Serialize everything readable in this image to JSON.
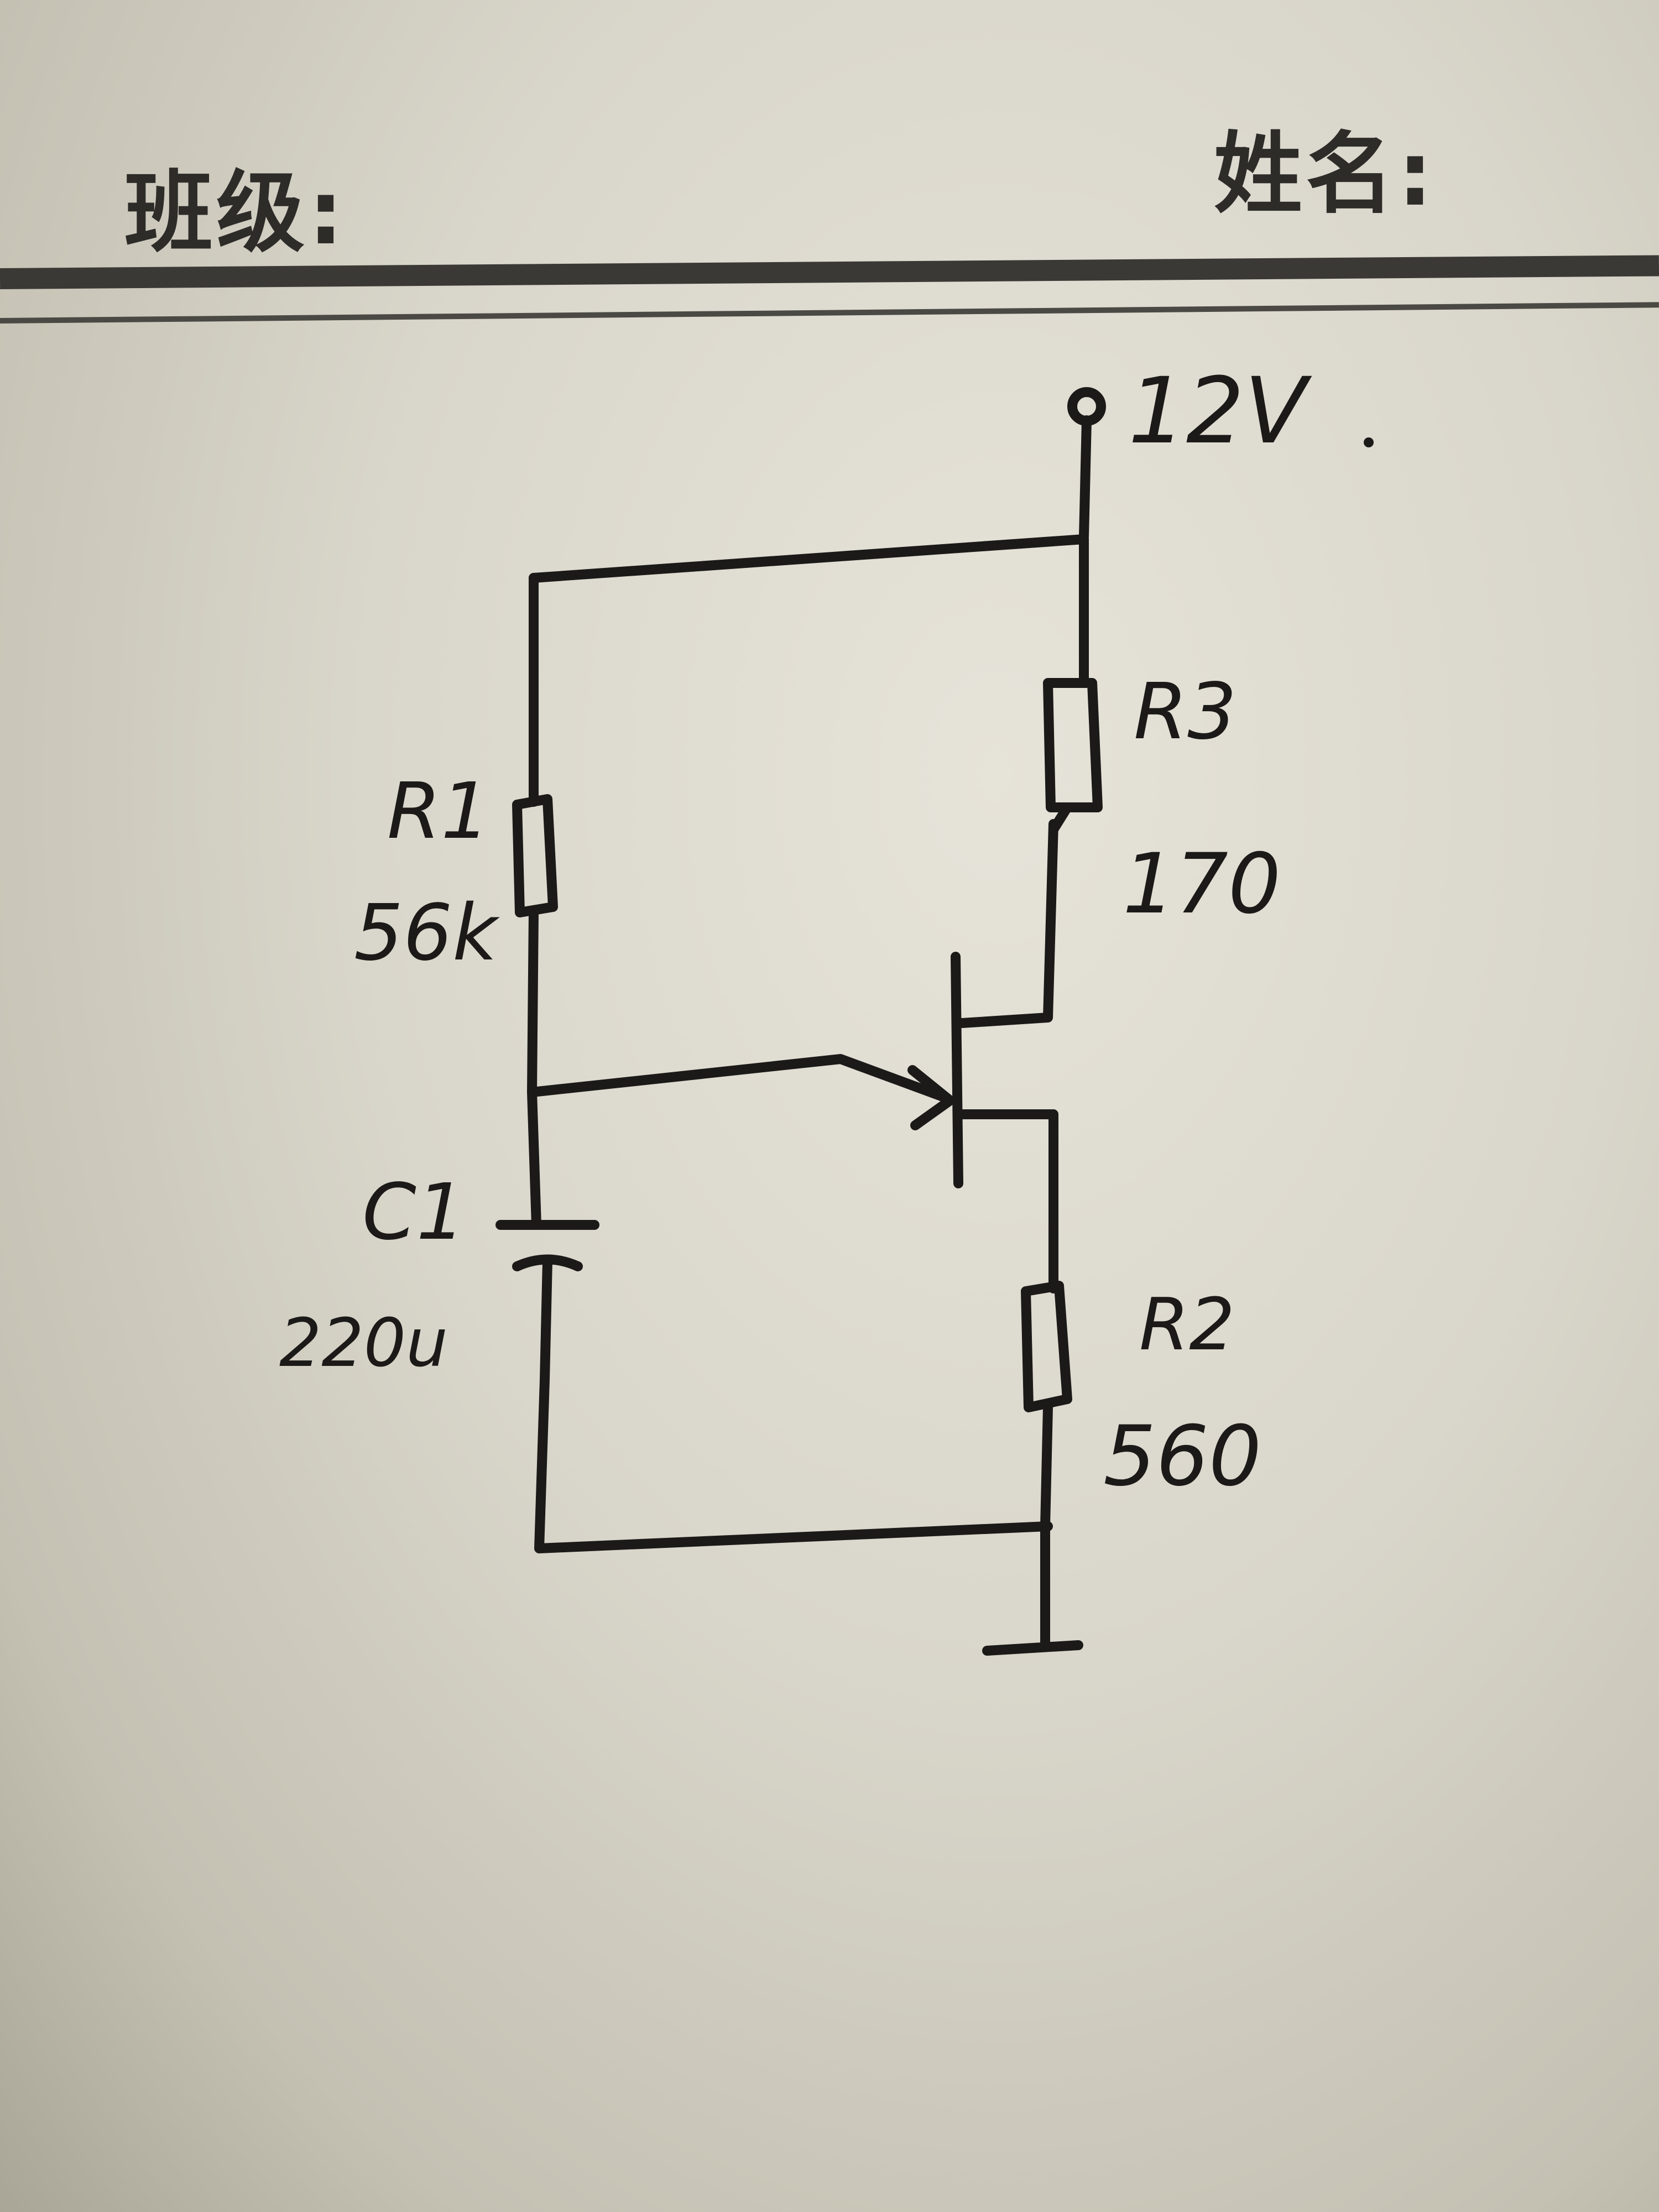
{
  "header": {
    "class_label": "班级:",
    "name_label": "姓名:"
  },
  "circuit": {
    "supply_label": "12V",
    "r1_name": "R1",
    "r1_value": "56k",
    "r3_name": "R3",
    "r3_value": "170",
    "c1_name": "C1",
    "c1_value": "220u",
    "r2_name": "R2",
    "r2_value": "560"
  }
}
